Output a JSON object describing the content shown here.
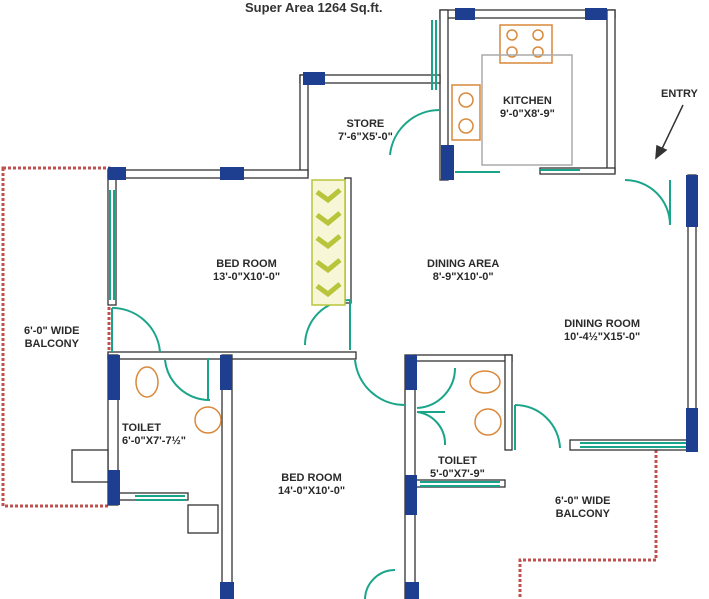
{
  "title": "Super Area 1264 Sq.ft.",
  "entry_label": "ENTRY",
  "rooms": [
    {
      "name": "KITCHEN",
      "size": "9'-0\"X8'-9\""
    },
    {
      "name": "STORE",
      "size": "7'-6\"X5'-0\""
    },
    {
      "name": "BED ROOM",
      "size": "13'-0\"X10'-0\""
    },
    {
      "name": "DINING AREA",
      "size": "8'-9\"X10'-0\""
    },
    {
      "name": "DINING ROOM",
      "size": "10'-4½\"X15'-0\""
    },
    {
      "name": "6'-0\" WIDE",
      "size": "BALCONY"
    },
    {
      "name": "TOILET",
      "size": "6'-0\"X7'-7½\""
    },
    {
      "name": "BED ROOM",
      "size": "14'-0\"X10'-0\""
    },
    {
      "name": "TOILET",
      "size": "5'-0\"X7'-9\""
    },
    {
      "name": "6'-0\" WIDE",
      "size": "BALCONY"
    }
  ],
  "colors": {
    "column": "#1e3f8f",
    "door": "#1aa58a",
    "fixture": "#d9893a",
    "balcony": "#c0504d",
    "stair": "#b8c43a"
  }
}
